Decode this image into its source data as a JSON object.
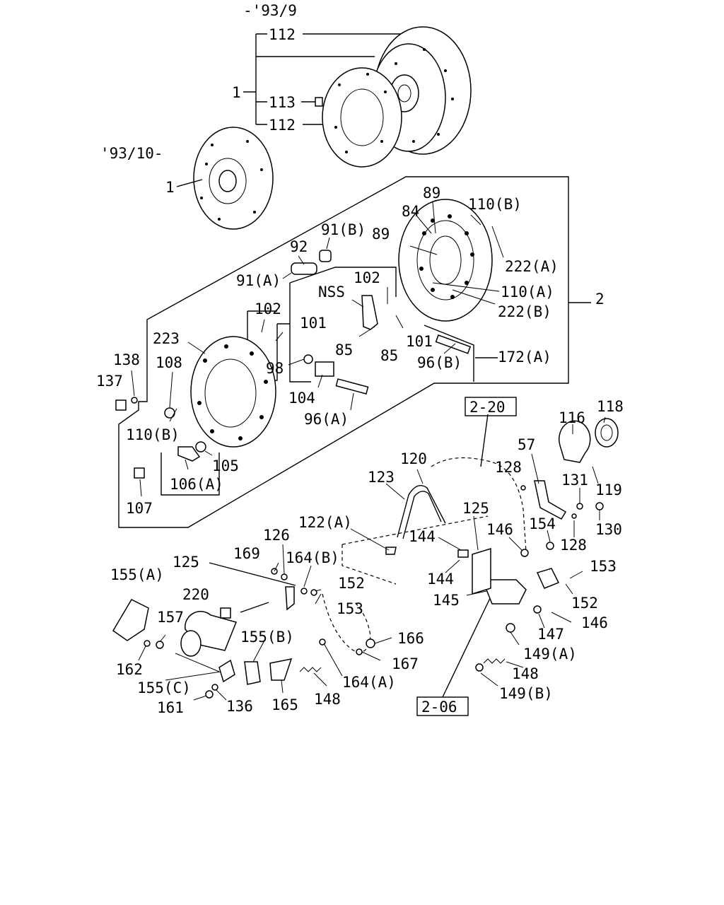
{
  "labels": {
    "range_old": "-'93/9",
    "range_new": "'93/10-",
    "l_112_top": "112",
    "l_1_top": "1",
    "l_113": "113",
    "l_112_bot": "112",
    "l_1_new": "1",
    "l_2": "2",
    "l_89_a": "89",
    "l_84": "84",
    "l_110b_top": "110(B)",
    "l_89_b": "89",
    "l_91b": "91(B)",
    "l_92": "92",
    "l_222a": "222(A)",
    "l_91a": "91(A)",
    "l_102_r": "102",
    "l_nss": "NSS",
    "l_110a": "110(A)",
    "l_222b": "222(B)",
    "l_102_l": "102",
    "l_101_l": "101",
    "l_223": "223",
    "l_101_r": "101",
    "l_85_a": "85",
    "l_85_b": "85",
    "l_138": "138",
    "l_108": "108",
    "l_98": "98",
    "l_96b": "96(B)",
    "l_172a": "172(A)",
    "l_137": "137",
    "l_104": "104",
    "l_96a": "96(A)",
    "l_110b_bot": "110(B)",
    "l_105": "105",
    "l_106a": "106(A)",
    "l_107": "107",
    "ref_220": "2-20",
    "l_118": "118",
    "l_116": "116",
    "l_57": "57",
    "l_120": "120",
    "l_128_a": "128",
    "l_123": "123",
    "l_131": "131",
    "l_119": "119",
    "l_125_r": "125",
    "l_130": "130",
    "l_122a": "122(A)",
    "l_146_a": "146",
    "l_154": "154",
    "l_128_b": "128",
    "l_126": "126",
    "l_144_a": "144",
    "l_169": "169",
    "l_164b": "164(B)",
    "l_125_l": "125",
    "l_153_r": "153",
    "l_155a": "155(A)",
    "l_152_a": "152",
    "l_144_b": "144",
    "l_153_m": "153",
    "l_145": "145",
    "l_152_b": "152",
    "l_220": "220",
    "l_157": "157",
    "l_147": "147",
    "l_146_b": "146",
    "l_155b": "155(B)",
    "l_166": "166",
    "l_149a": "149(A)",
    "l_167": "167",
    "l_162": "162",
    "l_148_r": "148",
    "l_155c": "155(C)",
    "l_164a": "164(A)",
    "l_149b": "149(B)",
    "l_161": "161",
    "l_136": "136",
    "l_165": "165",
    "l_148_l": "148",
    "ref_206": "2-06"
  }
}
